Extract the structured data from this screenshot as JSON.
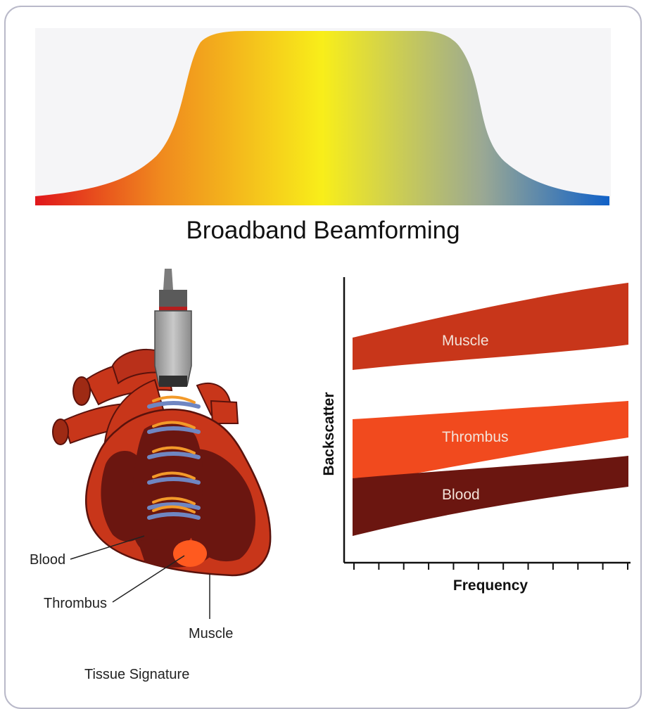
{
  "title": "Broadband Beamforming",
  "chart": {
    "ylabel": "Backscatter",
    "xlabel": "Frequency",
    "bands": [
      {
        "label": "Muscle",
        "color": "#c8361a"
      },
      {
        "label": "Thrombus",
        "color": "#f14a1e"
      },
      {
        "label": "Blood",
        "color": "#6b1610"
      }
    ],
    "tick_count": 12
  },
  "heart_diagram": {
    "labels": {
      "blood": "Blood",
      "thrombus": "Thrombus",
      "muscle": "Muscle"
    },
    "caption": "Tissue Signature"
  },
  "colors": {
    "spectrum": [
      "#e0171c",
      "#f08a1e",
      "#f8ee1a",
      "#9aa894",
      "#1061c8"
    ],
    "frame_border": "#b9b9c9",
    "heart_muscle": "#c8361a",
    "heart_chamber": "#6b1610",
    "wave_blue": "#6f86c2",
    "wave_orange": "#f39a2a"
  }
}
